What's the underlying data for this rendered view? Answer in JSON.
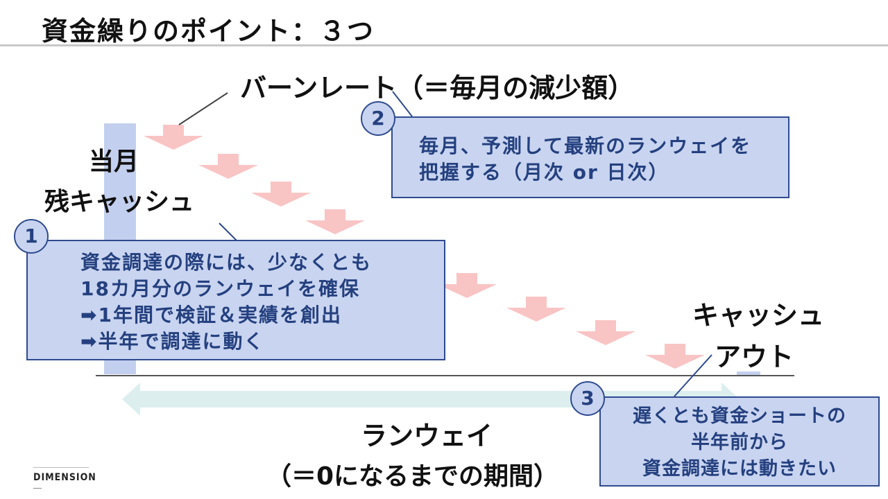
{
  "title": "資金繰りのポイント：３つ",
  "labels": {
    "burn_rate": "バーンレート（＝毎月の減少額）",
    "current_month": "当月",
    "remaining_cash": "残キャッシュ",
    "cash_out_line1": "キャッシュ",
    "cash_out_line2": "アウト",
    "runway_line1": "ランウェイ",
    "runway_line2": "（＝0になるまでの期間）"
  },
  "callouts": [
    {
      "number": "1",
      "lines": [
        "資金調達の際には、少なくとも",
        "18カ月分のランウェイを確保",
        "➡1年間で検証＆実績を創出",
        "➡半年で調達に動く"
      ]
    },
    {
      "number": "2",
      "lines": [
        "毎月、予測して最新のランウェイを",
        "把握する（月次 or 日次）"
      ]
    },
    {
      "number": "3",
      "lines": [
        "遅くとも資金ショートの",
        "半年前から",
        "資金調達には動きたい"
      ]
    }
  ],
  "logo": "DIMENSION",
  "colors": {
    "callout_fill": "#c9d4f0",
    "callout_border": "#2e4a8f",
    "callout_text": "#24407f",
    "down_arrow": "#f9c4c4",
    "runway_arrow": "#dcefee",
    "cash_bar": "#c3cfee"
  }
}
